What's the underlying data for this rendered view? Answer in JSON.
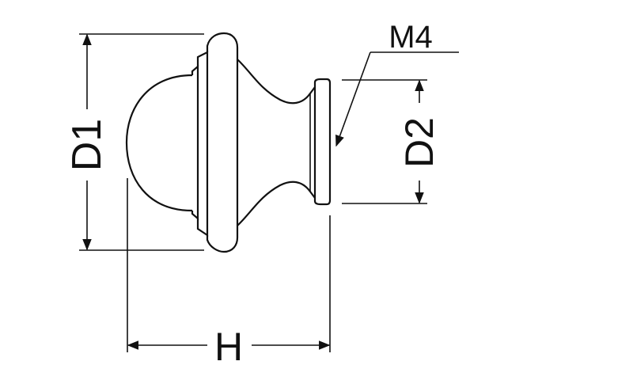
{
  "dimensions": {
    "d1": "D1",
    "d2": "D2",
    "h": "H",
    "thread": "M4"
  }
}
